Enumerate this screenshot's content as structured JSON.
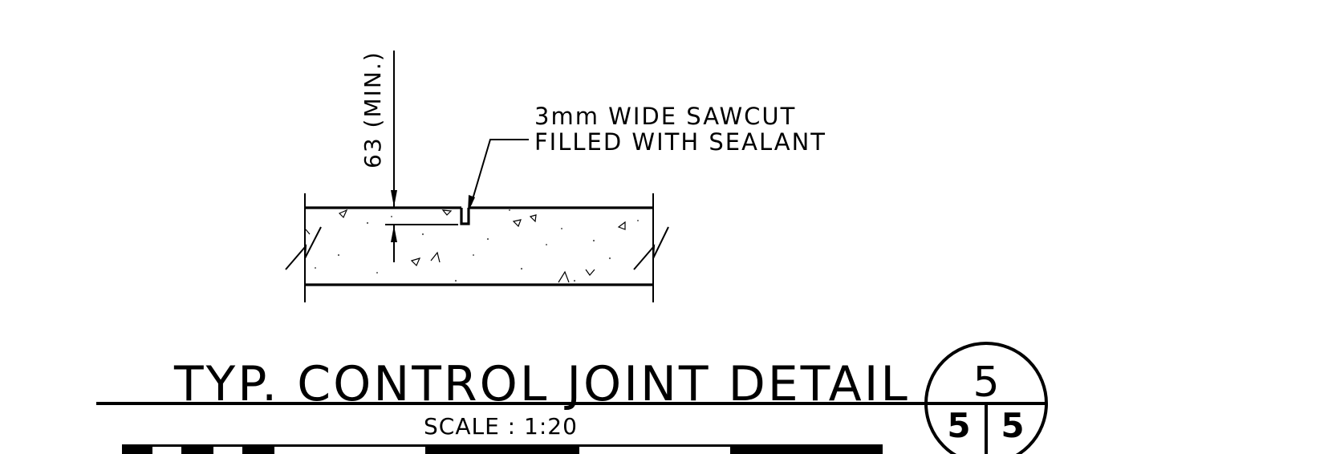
{
  "note": {
    "line1": "3mm WIDE SAWCUT",
    "line2": "FILLED WITH SEALANT"
  },
  "dimension": {
    "label": "63 (MIN.)"
  },
  "title": {
    "text": "TYP. CONTROL JOINT DETAIL",
    "scale": "SCALE : 1:20"
  },
  "detail_bubble": {
    "detail_number": "5",
    "sheet_left": "5",
    "sheet_right": "5"
  }
}
